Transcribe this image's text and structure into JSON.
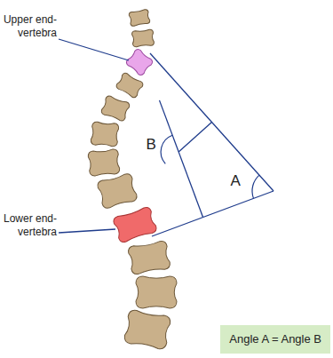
{
  "diagram": {
    "nodes": [
      {
        "text": [
          "Angle A = Angle B"
        ]
      }
    ],
    "labels": [
      "Upper end-vertebra",
      "Lower end-vertebra",
      "B",
      "A"
    ]
  }
}
